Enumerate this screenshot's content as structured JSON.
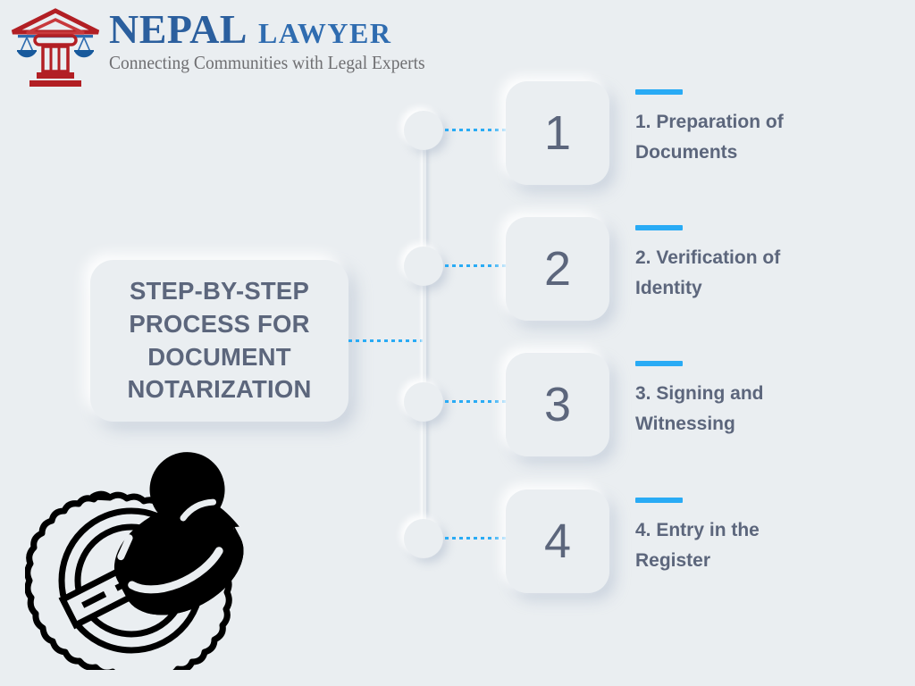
{
  "logo": {
    "icon_name": "scales-of-justice-courthouse-icon",
    "word_primary": "NEPAL",
    "word_secondary": "LAWYER",
    "tagline": "Connecting Communities with Legal Experts",
    "color_primary": "#2b5f9e",
    "color_secondary": "#2f6cb0",
    "color_mark_red": "#b21f24",
    "color_mark_blue": "#17599c",
    "color_tagline": "#6f6f72"
  },
  "title": {
    "text": "STEP-BY-STEP PROCESS FOR DOCUMENT NOTARIZATION"
  },
  "illustration": {
    "icon_name": "notary-rubber-stamp-and-seal-icon",
    "color": "#000000"
  },
  "theme": {
    "background": "#eaeef1",
    "accent": "#29abf5",
    "text": "#5c667c",
    "shadow_light": "#ffffff",
    "shadow_dark": "#a3b1c6"
  },
  "steps": [
    {
      "number": "1",
      "label": "1. Preparation of Documents"
    },
    {
      "number": "2",
      "label": "2. Verification of Identity"
    },
    {
      "number": "3",
      "label": "3. Signing and Witnessing"
    },
    {
      "number": "4",
      "label": "4. Entry in the Register"
    }
  ]
}
